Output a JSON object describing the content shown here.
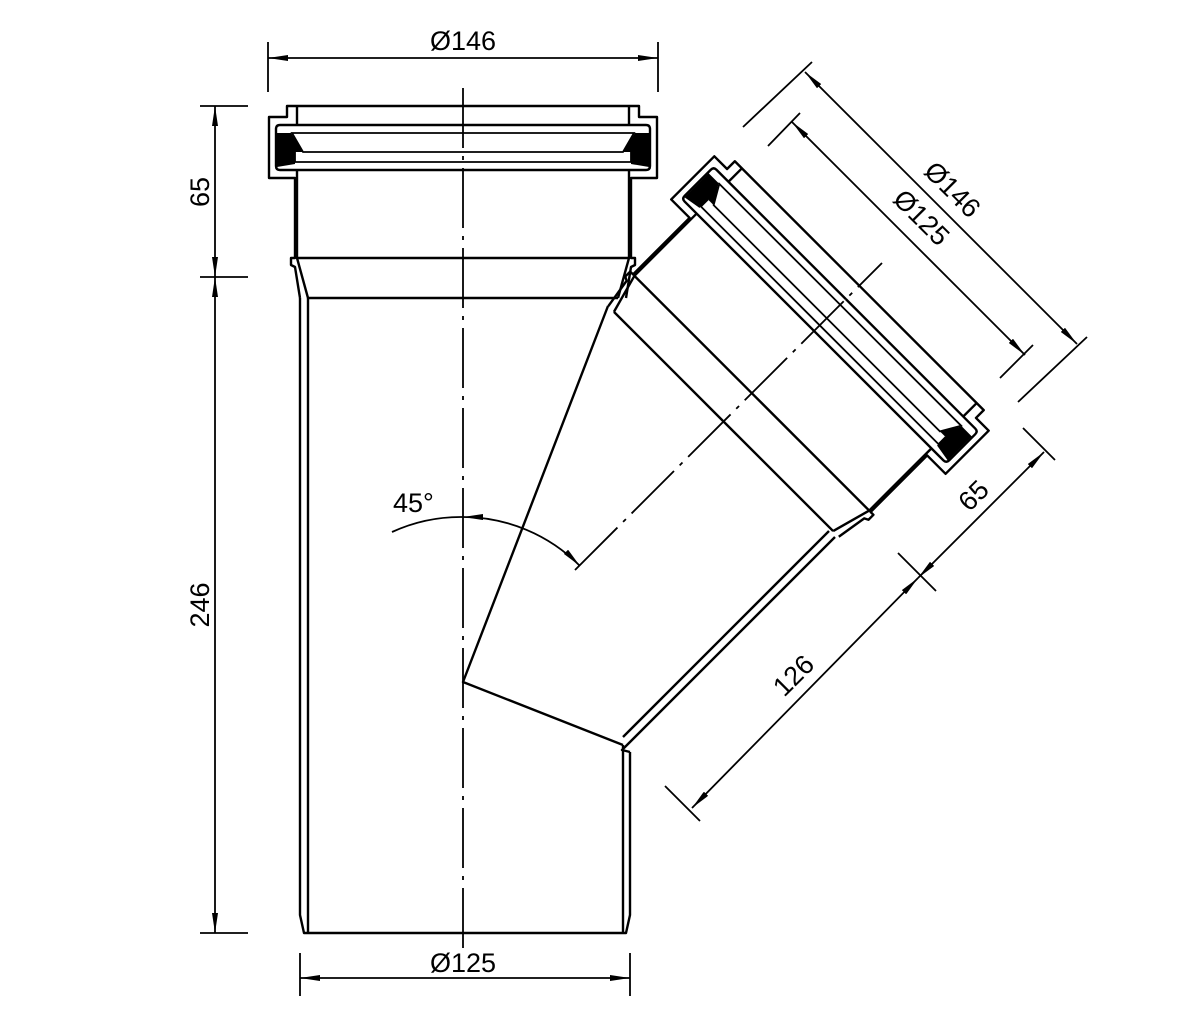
{
  "title": "45° branch fitting (Y-junction) technical drawing",
  "dimensions": {
    "top_socket_outer_diameter": "Ø146",
    "bottom_pipe_diameter": "Ø125",
    "socket_depth": "65",
    "main_length": "246",
    "branch_socket_outer_diameter": "Ø146",
    "branch_pipe_diameter": "Ø125",
    "branch_socket_depth": "65",
    "branch_length": "126",
    "branch_angle": "45°"
  },
  "colors": {
    "line": "#000000",
    "background": "#ffffff"
  }
}
